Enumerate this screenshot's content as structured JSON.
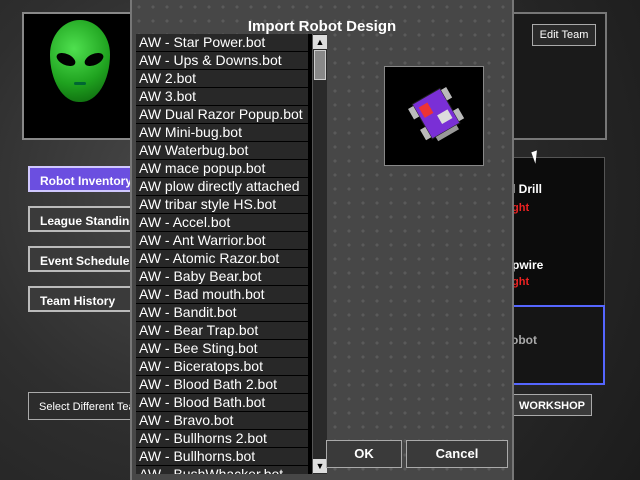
{
  "sidebar": {
    "items": [
      {
        "label": "Robot Inventory"
      },
      {
        "label": "League Standings"
      },
      {
        "label": "Event Schedule"
      },
      {
        "label": "Team History"
      }
    ],
    "select_team": "Select Different Team"
  },
  "team_panel": {
    "edit_team": "Edit Team",
    "robots": [
      {
        "name": "l Drill",
        "status": "ght"
      },
      {
        "name": "pwire",
        "status": "ght"
      }
    ],
    "slot_label": "obot",
    "workshop": "WORKSHOP"
  },
  "dialog": {
    "title": "Import Robot Design",
    "files": [
      "AW  - Star Power.bot",
      "AW  - Ups & Downs.bot",
      "AW  2.bot",
      "AW  3.bot",
      "AW  Dual Razor Popup.bot",
      "AW  Mini-bug.bot",
      "AW  Waterbug.bot",
      "AW  mace popup.bot",
      "AW  plow directly attached",
      "AW  tribar style HS.bot",
      "AW - Accel.bot",
      "AW - Ant Warrior.bot",
      "AW - Atomic Razor.bot",
      "AW - Baby Bear.bot",
      "AW - Bad mouth.bot",
      "AW - Bandit.bot",
      "AW - Bear Trap.bot",
      "AW - Bee Sting.bot",
      "AW - Biceratops.bot",
      "AW - Blood Bath 2.bot",
      "AW - Blood Bath.bot",
      "AW - Bravo.bot",
      "AW - Bullhorns 2.bot",
      "AW - Bullhorns.bot",
      "AW - BushWhacker.bot"
    ],
    "ok": "OK",
    "cancel": "Cancel"
  },
  "colors": {
    "accent": "#6b4fe0",
    "slot_border": "#5566ff",
    "alien": "#1fa21f"
  },
  "icons": [
    "alien-logo-icon",
    "scroll-up-icon",
    "scroll-down-icon",
    "robot-preview-icon",
    "mouse-cursor-icon"
  ]
}
